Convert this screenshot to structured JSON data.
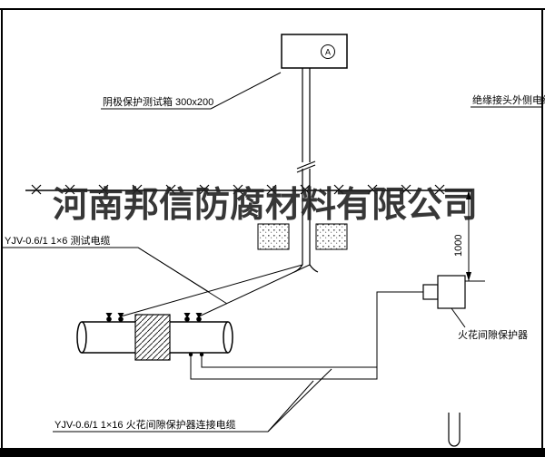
{
  "watermark": "河南邦信防腐材料有限公司",
  "labels": {
    "test_box": "阴极保护测试箱 300x200",
    "insulated_joint_cable": "绝缘接头外侧电缆",
    "test_cable": "YJV-0.6/1 1×6  测试电缆",
    "spark_gap": "火花间隙保护器",
    "spark_gap_cable": "YJV-0.6/1 1×16  火花间隙保护器连接电缆",
    "ammeter": "A",
    "dimension_1000": "1000"
  },
  "colors": {
    "line": "#000000",
    "background": "#ffffff",
    "watermark": "#222222"
  }
}
